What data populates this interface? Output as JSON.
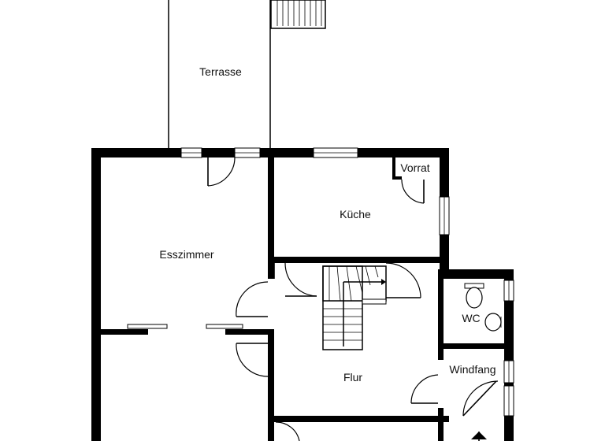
{
  "rooms": {
    "terrasse": "Terrasse",
    "esszimmer": "Esszimmer",
    "kueche": "Küche",
    "vorrat": "Vorrat",
    "wc": "WC",
    "windfang": "Windfang",
    "flur": "Flur"
  },
  "icons": {
    "stairs": "stairs-icon",
    "toilet": "toilet-icon",
    "sink": "sink-icon",
    "entrance": "entrance-arrow-icon"
  }
}
